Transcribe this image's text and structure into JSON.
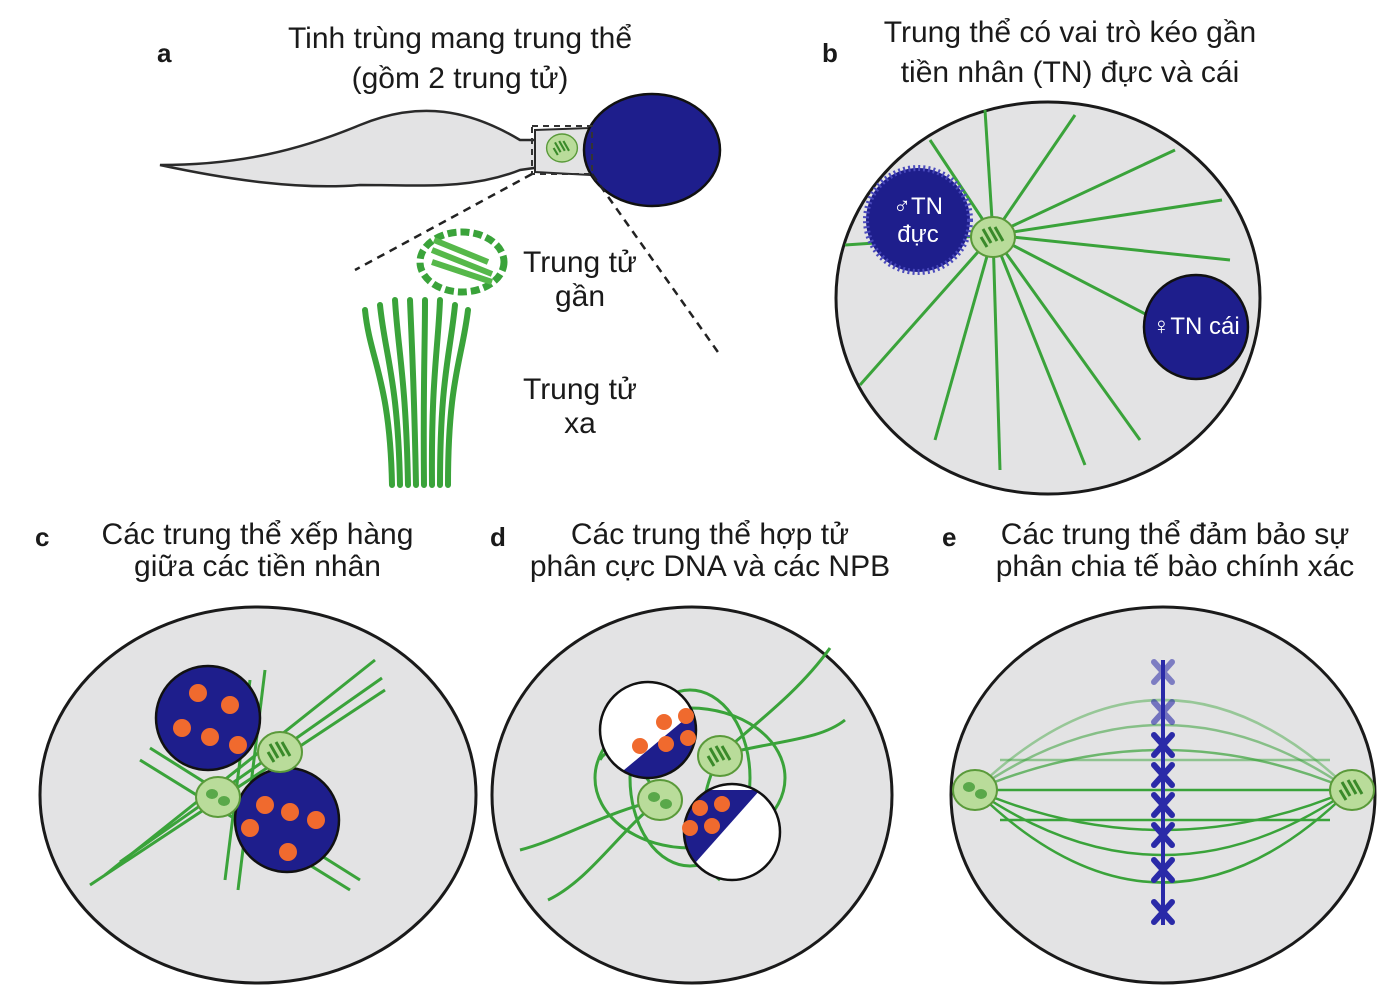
{
  "panels": {
    "a": {
      "letter": "a",
      "title_line1": "Tinh trùng mang trung thể",
      "title_line2": "(gồm 2 trung tử)",
      "proximal_line1": "Trung tử",
      "proximal_line2": "gần",
      "distal_line1": "Trung tử",
      "distal_line2": "xa"
    },
    "b": {
      "letter": "b",
      "title_line1": "Trung thể có vai trò kéo gần",
      "title_line2": "tiền nhân (TN) đực và cái",
      "male_line1": "♂TN",
      "male_line2": "đực",
      "female": "♀TN cái"
    },
    "c": {
      "letter": "c",
      "title_line1": "Các trung thể xếp hàng",
      "title_line2": "giữa các tiền nhân"
    },
    "d": {
      "letter": "d",
      "title_line1": "Các trung thể hợp tử",
      "title_line2": "phân cực DNA và các NPB"
    },
    "e": {
      "letter": "e",
      "title_line1": "Các trung thể đảm bảo sự",
      "title_line2": "phân chia tế bào chính xác"
    }
  },
  "colors": {
    "nucleus": "#1e1e8c",
    "cytoplasm": "#e3e3e4",
    "microtubule": "#3aa33a",
    "centrosome": "#b9dc9a",
    "nucleolus": "#f06a2e"
  }
}
